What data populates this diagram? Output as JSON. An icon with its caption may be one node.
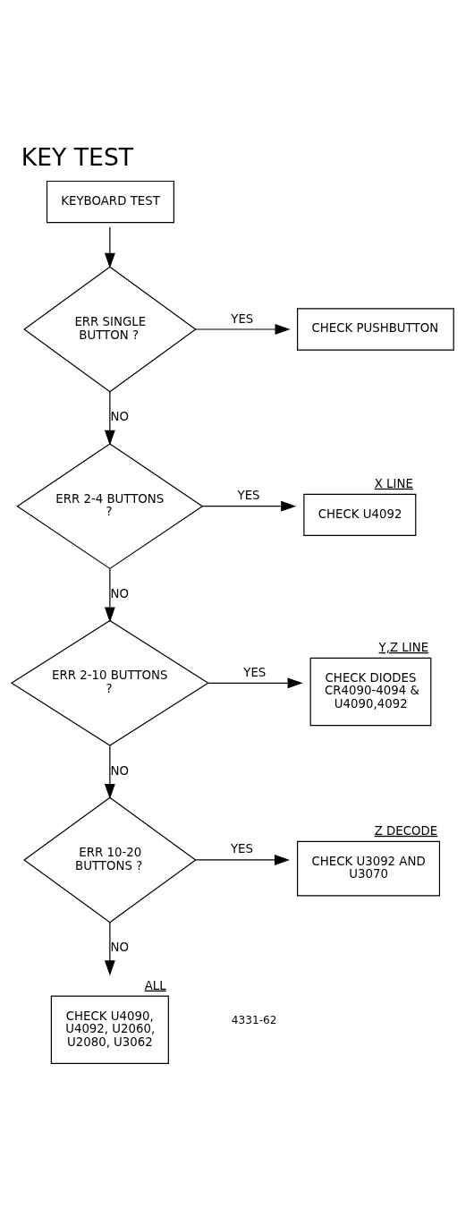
{
  "diagram": {
    "title": "KEY TEST",
    "nodes": [
      {
        "text": [
          "KEYBOARD TEST"
        ]
      },
      {
        "text": [
          "ERR SINGLE BUTTON ?"
        ]
      },
      {
        "text": [
          "CHECK PUSHBUTTON"
        ]
      },
      {
        "text": [
          "ERR 2-4 BUTTONS ?"
        ]
      },
      {
        "text": [
          "CHECK U4092"
        ],
        "beside": [
          "X LINE"
        ]
      },
      {
        "text": [
          "ERR 2-10 BUTTONS ?"
        ]
      },
      {
        "text": [
          "CHECK DIODES CR4090-4094 & U4090,4092"
        ],
        "beside": [
          "Y,Z LINE"
        ]
      },
      {
        "text": [
          "ERR 10-20 BUTTONS ?"
        ]
      },
      {
        "text": [
          "CHECK U3092 AND U3070"
        ],
        "beside": [
          "Z DECODE"
        ]
      },
      {
        "text": [
          "CHECK U4090, U4092, U2060, U2080, U3062"
        ],
        "beside": [
          "ALL"
        ]
      }
    ],
    "edges": [
      {
        "from": 0,
        "to": 1,
        "arrow": "to"
      },
      {
        "from": 1,
        "to": 2,
        "arrow": "to",
        "label": "YES"
      },
      {
        "from": 1,
        "to": 3,
        "arrow": "to",
        "label": "NO"
      },
      {
        "from": 3,
        "to": 4,
        "arrow": "to",
        "label": "YES"
      },
      {
        "from": 3,
        "to": 5,
        "arrow": "to",
        "label": "NO"
      },
      {
        "from": 5,
        "to": 6,
        "arrow": "to",
        "label": "YES"
      },
      {
        "from": 5,
        "to": 7,
        "arrow": "to",
        "label": "NO"
      },
      {
        "from": 7,
        "to": 8,
        "arrow": "to",
        "label": "YES"
      },
      {
        "from": 7,
        "to": 9,
        "arrow": "to",
        "label": "NO"
      }
    ],
    "labels": [
      "4331-62"
    ]
  }
}
